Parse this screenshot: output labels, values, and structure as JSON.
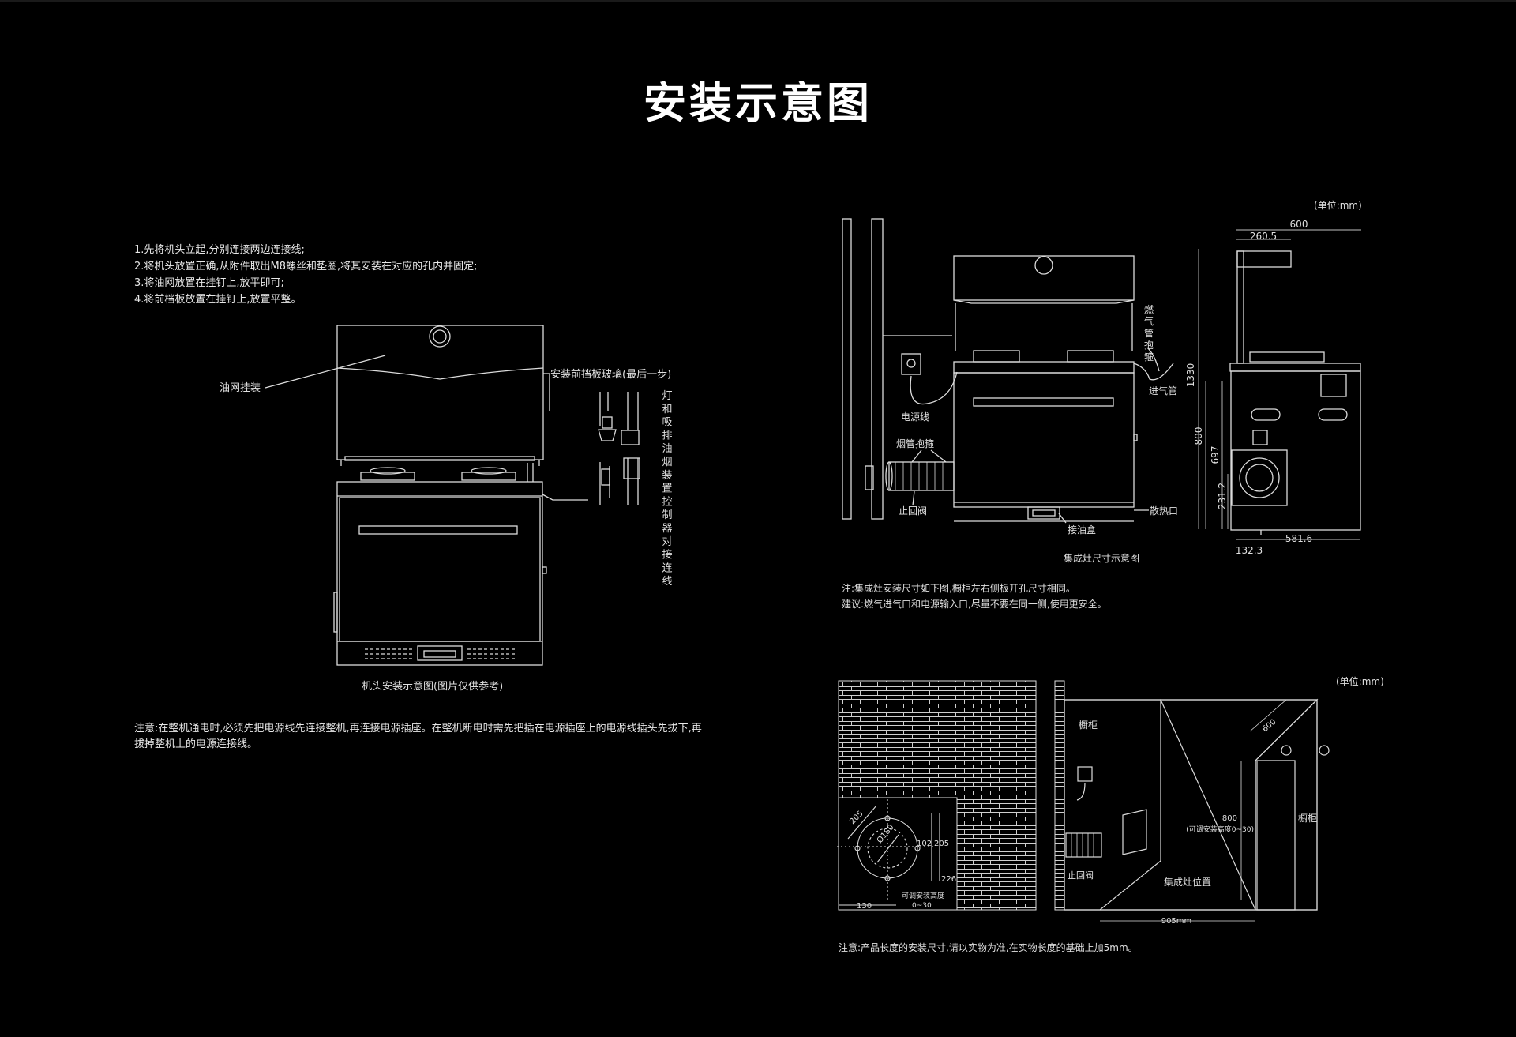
{
  "title": "安装示意图",
  "steps": [
    "1.先将机头立起,分别连接两边连接线;",
    "2.将机头放置正确,从附件取出M8螺丝和垫圈,将其安装在对应的孔内并固定;",
    "3.将油网放置在挂钉上,放平即可;",
    "4.将前档板放置在挂钉上,放置平整。"
  ],
  "left_diagram": {
    "label_oil_net": "油网挂装",
    "label_front_glass": "安装前挡板玻璃(最后一步)",
    "label_light_vertical": "灯和吸排油烟装置控制器对接连线",
    "caption": "机头安装示意图(图片仅供参考)"
  },
  "left_note": "注意:在整机通电时,必须先把电源线先连接整机,再连接电源插座。在整机断电时需先把插在电源插座上的电源线插头先拔下,再拔掉整机上的电源连接线。",
  "right_top": {
    "unit": "(单位:mm)",
    "label_gas_clamp": "燃气管抱箍",
    "label_gas_inlet": "进气管",
    "label_power": "电源线",
    "label_duct_clamp": "烟管抱箍",
    "label_check_valve": "止回阀",
    "label_oil_box": "接油盒",
    "label_heat": "散热口",
    "dims": [
      "600",
      "260.5",
      "1330",
      "800",
      "697",
      "231.2",
      "581.6",
      "132.3"
    ],
    "caption": "集成灶尺寸示意图",
    "note1": "注:集成灶安装尺寸如下图,橱柜左右侧板开孔尺寸相同。",
    "note2": "建议:燃气进气口和电源输入口,尽量不要在同一侧,使用更安全。"
  },
  "right_bottom": {
    "unit": "(单位:mm)",
    "wall_dims": [
      "205",
      "Ø180",
      "102",
      "205",
      "226",
      "130"
    ],
    "adjust_text_1": "可调安装高度",
    "adjust_text_2": "0~30",
    "label_cabinet_left": "橱柜",
    "label_cabinet_right": "橱柜",
    "label_check_valve": "止回阀",
    "label_position": "集成灶位置",
    "dim_600": "600",
    "dim_800": "800",
    "dim_800_note": "(可调安装高度0~30)",
    "dim_905": "905mm",
    "note": "注意:产品长度的安装尺寸,请以实物为准,在实物长度的基础上加5mm。"
  }
}
